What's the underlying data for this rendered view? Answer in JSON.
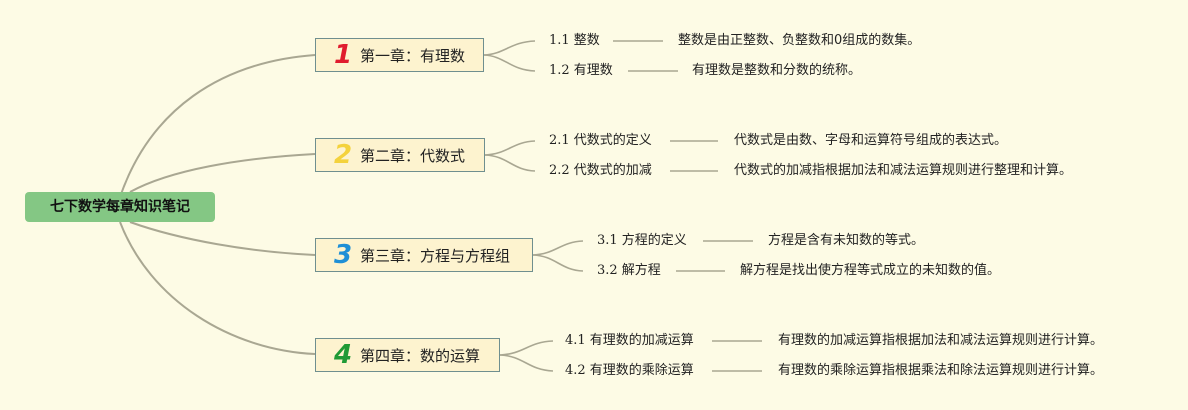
{
  "root": {
    "label": "七下数学每章知识笔记"
  },
  "chapters": [
    {
      "number": "1",
      "number_color": "#e01b2d",
      "label": "第一章：有理数",
      "topics": [
        {
          "title": "1.1 整数",
          "detail": "整数是由正整数、负整数和0组成的数集。"
        },
        {
          "title": "1.2 有理数",
          "detail": "有理数是整数和分数的统称。"
        }
      ]
    },
    {
      "number": "2",
      "number_color": "#f4d23c",
      "label": "第二章：代数式",
      "topics": [
        {
          "title": "2.1 代数式的定义",
          "detail": "代数式是由数、字母和运算符号组成的表达式。"
        },
        {
          "title": "2.2 代数式的加减",
          "detail": "代数式的加减指根据加法和减法运算规则进行整理和计算。"
        }
      ]
    },
    {
      "number": "3",
      "number_color": "#1f8fd6",
      "label": "第三章：方程与方程组",
      "topics": [
        {
          "title": "3.1 方程的定义",
          "detail": "方程是含有未知数的等式。"
        },
        {
          "title": "3.2 解方程",
          "detail": "解方程是找出使方程等式成立的未知数的值。"
        }
      ]
    },
    {
      "number": "4",
      "number_color": "#1f9a36",
      "label": "第四章：数的运算",
      "topics": [
        {
          "title": "4.1 有理数的加减运算",
          "detail": "有理数的加减运算指根据加法和减法运算规则进行计算。"
        },
        {
          "title": "4.2 有理数的乘除运算",
          "detail": "有理数的乘除运算指根据乘法和除法运算规则进行计算。"
        }
      ]
    }
  ],
  "colors": {
    "link": "#a9a792",
    "root_fill": "#84c784",
    "chapter_fill": "#fdf3cf",
    "chapter_border": "#6f8f8f"
  }
}
